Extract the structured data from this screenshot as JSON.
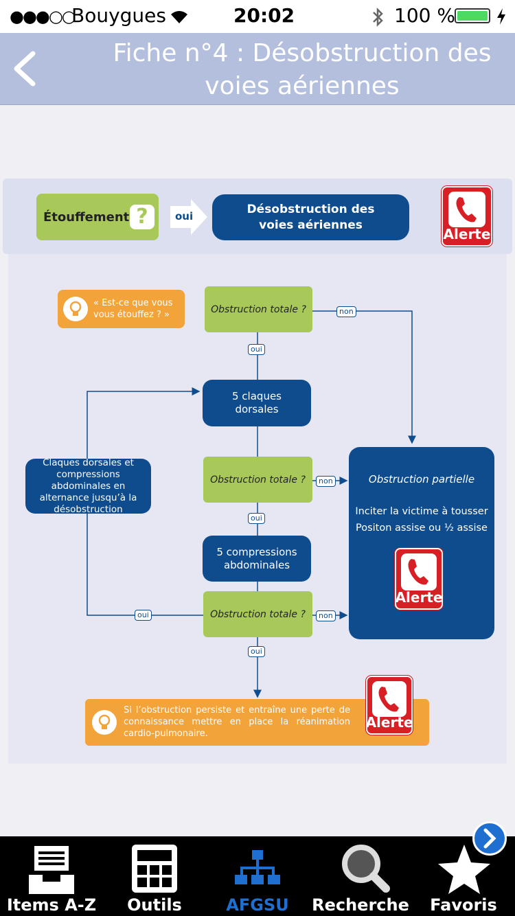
{
  "status_bar": {
    "signal": "●●●○○",
    "carrier": "Bouygues",
    "time": "20:02",
    "battery": "100 %"
  },
  "nav": {
    "title": "Fiche n°4 : Désobstruction des voies aériennes"
  },
  "header": {
    "choke_label": "Étouffement",
    "question_mark": "?",
    "yes_arrow_label": "oui",
    "main_box": "Désobstruction des voies aériennes",
    "alert_label": "Alerte"
  },
  "flow": {
    "hint_quote": "« Est-ce que vous vous étouffez ? »",
    "q1": "Obstruction totale ?",
    "q1_no": "non",
    "q1_yes": "oui",
    "back_slaps": "5 claques dorsales",
    "alternate_box": "Claques dorsales et compressions abdominales en alternance jusqu’à la désobstruction",
    "q2": "Obstruction totale ?",
    "q2_no": "non",
    "q2_yes": "oui",
    "abdominal": "5 compressions abdominales",
    "q3": "Obstruction totale ?",
    "q3_no": "non",
    "q3_loop_yes": "oui",
    "q3_down_yes": "oui",
    "partial_title": "Obstruction partielle",
    "partial_line1": "Inciter la victime à tousser",
    "partial_line2": "Positon assise ou ½ assise",
    "partial_alert": "Alerte",
    "bottom_note": "Si l’obstruction persiste et entraîne une perte de connaissance mettre en place la réanimation cardio-pulmonaire.",
    "bottom_alert": "Alerte"
  },
  "tabbar": {
    "items": [
      {
        "label": "Items A-Z",
        "icon": "inbox-icon"
      },
      {
        "label": "Outils",
        "icon": "calculator-icon"
      },
      {
        "label": "AFGSU",
        "icon": "hierarchy-icon",
        "active": true
      },
      {
        "label": "Recherche",
        "icon": "search-icon"
      },
      {
        "label": "Favoris",
        "icon": "star-icon"
      }
    ]
  },
  "colors": {
    "nav_bg": "#b3bfdc",
    "navy": "#0f4c8e",
    "green": "#a8c95a",
    "orange": "#f2a33a",
    "alert_red": "#d81f26",
    "tab_active": "#1e6fd0"
  }
}
